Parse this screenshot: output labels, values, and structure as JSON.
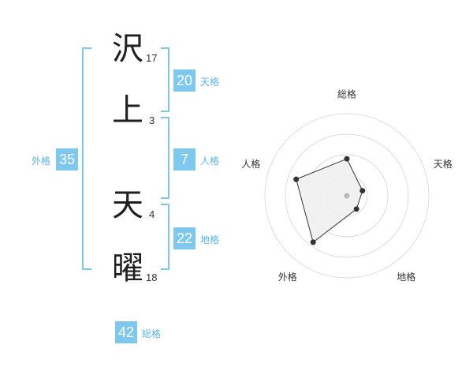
{
  "name_chars": [
    {
      "char": "沢",
      "strokes": "17"
    },
    {
      "char": "上",
      "strokes": "3"
    },
    {
      "char": "天",
      "strokes": "4"
    },
    {
      "char": "曜",
      "strokes": "18"
    }
  ],
  "fortunes": {
    "tenkaku": {
      "value": "20",
      "label": "天格"
    },
    "jinkaku": {
      "value": "7",
      "label": "人格"
    },
    "chikaku": {
      "value": "22",
      "label": "地格"
    },
    "gaikaku": {
      "value": "35",
      "label": "外格"
    },
    "soukaku": {
      "value": "42",
      "label": "総格"
    }
  },
  "chart_data": {
    "type": "radar",
    "axes": [
      "総格",
      "天格",
      "地格",
      "外格",
      "人格"
    ],
    "values": [
      0.45,
      0.2,
      0.2,
      0.7,
      0.65
    ],
    "rings": 4,
    "colors": {
      "fill": "#eeeeee",
      "stroke": "#333333",
      "grid": "#dddddd",
      "point": "#333333",
      "center": "#bbbbbb"
    }
  }
}
